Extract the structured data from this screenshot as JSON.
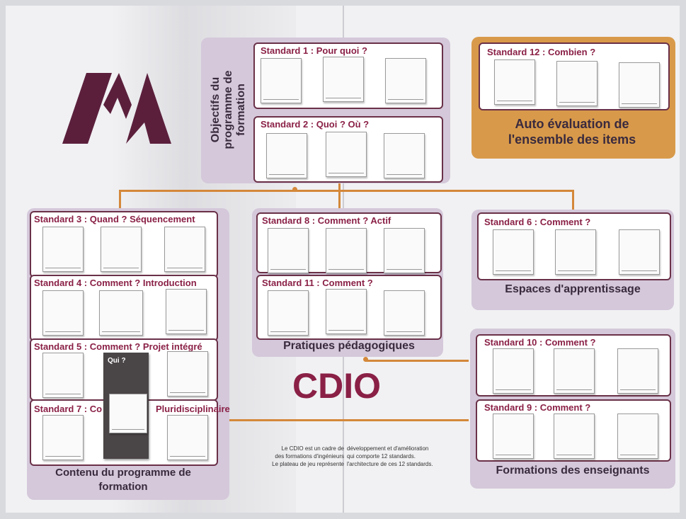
{
  "colors": {
    "accent": "#8a2046",
    "panel": "#d4c8da",
    "orange": "#d89a4a",
    "connector": "#d4883a",
    "logo": "#5b1f3c"
  },
  "title": "CDIO",
  "footer": {
    "left": [
      "Le CDIO est un cadre de",
      "des formations d'ingénieurs",
      "Le plateau de jeu représente"
    ],
    "right": [
      "développement et d'amélioration",
      "qui comporte 12 standards.",
      "l'architecture de ces 12 standards."
    ]
  },
  "sections": {
    "objectifs": "Objectifs du programme de formation",
    "auto": "Auto évaluation de l'ensemble des items",
    "espaces": "Espaces d'apprentissage",
    "pratiques": "Pratiques pédagogiques",
    "contenu": "Contenu du programme de formation",
    "formations": "Formations des enseignants"
  },
  "standards": {
    "s1": "Standard 1 : Pour quoi ?",
    "s2": "Standard 2 : Quoi ? Où ?",
    "s3": "Standard 3 : Quand ? Séquencement",
    "s4": "Standard 4 : Comment ? Introduction",
    "s5": "Standard 5 : Comment ? Projet intégré",
    "s7": "Standard 7 : Co",
    "s7b": "Pluridisciplinaire",
    "s8": "Standard 8 : Comment ? Actif",
    "s11": "Standard 11 : Comment ?",
    "s6": "Standard 6 : Comment ?",
    "s10": "Standard 10 : Comment ?",
    "s9": "Standard 9 : Comment ?",
    "s12": "Standard 12 : Combien ?"
  },
  "dark_card_label": "Qui ?"
}
